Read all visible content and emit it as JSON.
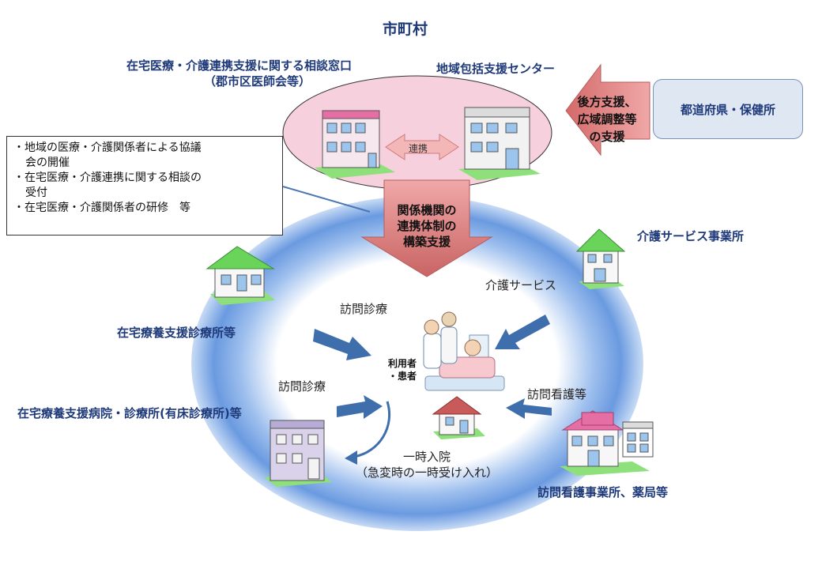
{
  "title": "市町村",
  "consult": {
    "title": "在宅医療・介護連携支援に関する相談窓口",
    "sub": "（郡市区医師会等）"
  },
  "chiiki_center": "地域包括支援センター",
  "renkei": "連携",
  "prefecture": "都道府県・保健所",
  "backup": [
    "後方支援、",
    "広域調整等",
    "の支援"
  ],
  "build_support": [
    "関係機関の",
    "連携体制の",
    "構築支援"
  ],
  "notes": {
    "items": [
      {
        "first": "・地域の医療・介護関係者による協議",
        "rest": "会の開催"
      },
      {
        "first": "・在宅医療・介護連携に関する相談の",
        "rest": "受付"
      },
      {
        "first": "・在宅医療・介護関係者の研修　等",
        "rest": ""
      }
    ]
  },
  "kaigo_office": "介護サービス事業所",
  "kaigo_service": "介護サービス",
  "zaitaku_clinic": "在宅療養支援診療所等",
  "homon1": "訪問診療",
  "homon2": "訪問診療",
  "homon_nurse": "訪問看護等",
  "hospital": "在宅療養支援病院・診療所(有床診療所)等",
  "patient": [
    "利用者",
    "・患者"
  ],
  "admit": [
    "一時入院",
    "（急変時の一時受け入れ）"
  ],
  "nurse_station": "訪問看護事業所、薬局等",
  "colors": {
    "navy": "#1f3a7a",
    "ring": "#6a9ae0",
    "arrow_pink": "#d98080",
    "arrow_blue": "#3f6ead",
    "ellipse_pink": "#f6d0dc"
  }
}
